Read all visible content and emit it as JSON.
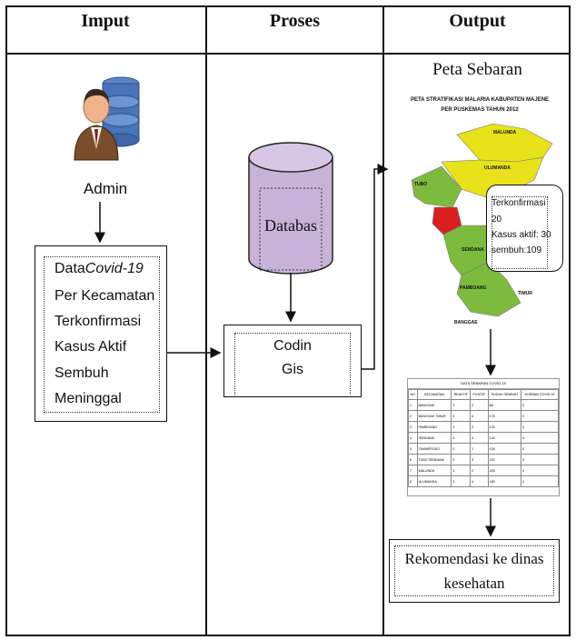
{
  "columns": {
    "input": "Imput",
    "process": "Proses",
    "output": "Output"
  },
  "input": {
    "admin_label": "Admin",
    "data_box": {
      "title_plain": "Data",
      "title_italic": "Covid-19",
      "subtitle": "Per Kecamatan",
      "items": [
        "Terkonfirmasi",
        "Kasus Aktif",
        "Sembuh",
        "Meninggal"
      ]
    }
  },
  "process": {
    "database_label": "Databas",
    "coding_line1": "Codin",
    "coding_line2": "Gis"
  },
  "output": {
    "map_caption": "Peta Sebaran",
    "map_title_line1": "PETA STRATIFIKASI MALARIA KABUPATEN MAJENE",
    "map_title_line2": "PER PUSKEMAS TAHUN 2012",
    "map_regions": [
      "MALUNDA",
      "ULUMANDA",
      "TUBO",
      "SENDANA",
      "PAMBOANG",
      "TIMUR",
      "BANGGAE"
    ],
    "popup_lines": [
      "Terkonfirmasi",
      "20",
      "Kasus aktif: 30",
      "sembuh:109"
    ],
    "table": {
      "title": "DATA SEBARAN COVID-19",
      "headers": [
        "NO",
        "KECAMATAN",
        "REAKTIF",
        "POSITIF",
        "SUDAH SEMBUH",
        "KORBAN COVID-19"
      ],
      "rows": [
        [
          "1",
          "BANGGAE",
          "3",
          "2",
          "88",
          "0"
        ],
        [
          "2",
          "BANGGAE TIMUR",
          "4",
          "4",
          "178",
          "0"
        ],
        [
          "3",
          "PAMBOANG",
          "2",
          "2",
          "120",
          "0"
        ],
        [
          "4",
          "SENDANA",
          "3",
          "3",
          "134",
          "0"
        ],
        [
          "5",
          "TAMMERODO",
          "0",
          "1",
          "108",
          "0"
        ],
        [
          "6",
          "TUBO SENDANA",
          "3",
          "3",
          "102",
          "0"
        ],
        [
          "7",
          "MALUNDA",
          "3",
          "2",
          "205",
          "0"
        ],
        [
          "8",
          "ULUMANDA",
          "2",
          "4",
          "180",
          "0"
        ]
      ]
    },
    "recommendation_line1": "Rekomendasi  ke dinas",
    "recommendation_line2": "kesehatan"
  },
  "colors": {
    "database": "#c7b3d8",
    "map_yellow": "#e8e21a",
    "map_green": "#7dbb3f",
    "map_red": "#d9201f"
  }
}
